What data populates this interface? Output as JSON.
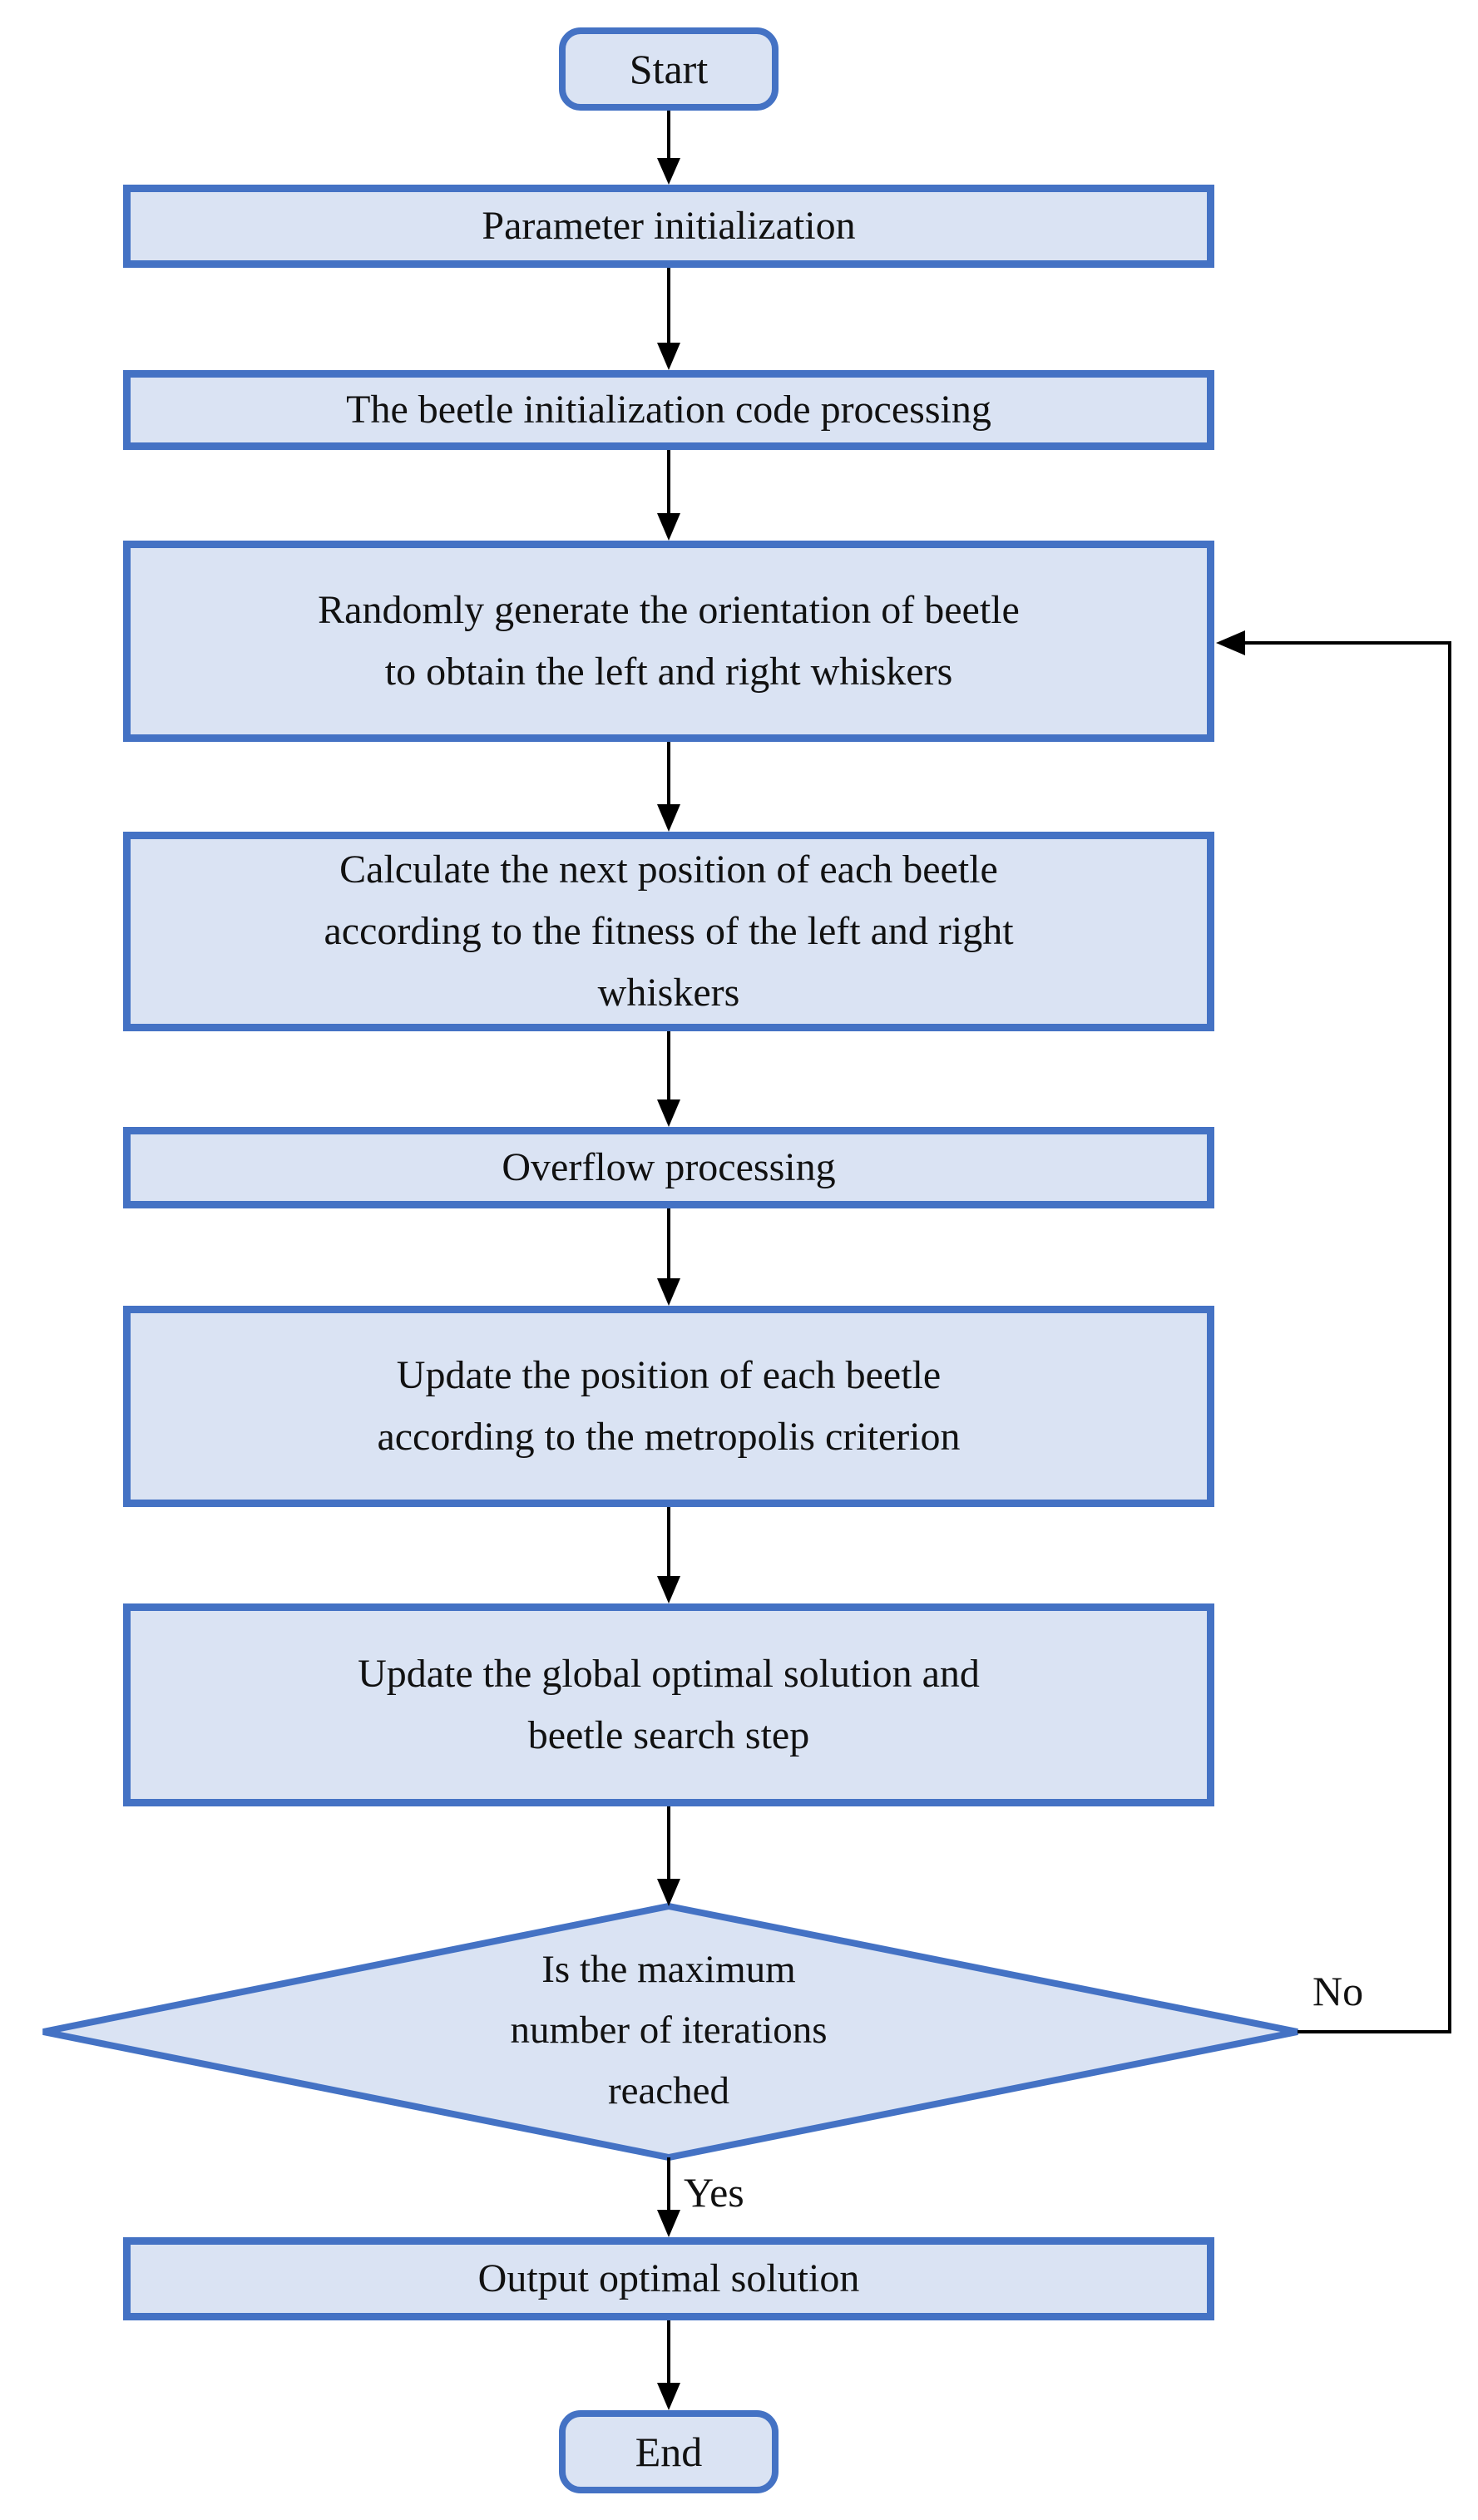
{
  "flowchart": {
    "colors": {
      "node_fill": "#dae3f3",
      "node_border": "#4472c4",
      "arrow": "#000000",
      "text": "#111111",
      "background": "#ffffff"
    },
    "nodes": {
      "start": {
        "type": "terminator",
        "label": "Start"
      },
      "parameter_initialization": {
        "type": "process",
        "lines": [
          "Parameter initialization"
        ]
      },
      "beetle_initialization": {
        "type": "process",
        "lines": [
          "The beetle initialization code processing"
        ]
      },
      "random_orientation": {
        "type": "process",
        "lines": [
          "Randomly generate the orientation of beetle",
          "to obtain the left and right whiskers"
        ]
      },
      "calculate_position": {
        "type": "process",
        "lines": [
          "Calculate the next position of each beetle",
          "according to the fitness of the left and right",
          "whiskers"
        ]
      },
      "overflow_processing": {
        "type": "process",
        "lines": [
          "Overflow processing"
        ]
      },
      "update_position": {
        "type": "process",
        "lines": [
          "Update the position of each beetle",
          "according to the metropolis criterion"
        ]
      },
      "update_global": {
        "type": "process",
        "lines": [
          "Update the global optimal solution and",
          "beetle search step"
        ]
      },
      "decision": {
        "type": "decision",
        "lines": [
          "Is the maximum",
          "number of iterations",
          "reached"
        ]
      },
      "output_solution": {
        "type": "process",
        "lines": [
          "Output optimal solution"
        ]
      },
      "end": {
        "type": "terminator",
        "label": "End"
      }
    },
    "edge_labels": {
      "yes": "Yes",
      "no": "No"
    }
  }
}
